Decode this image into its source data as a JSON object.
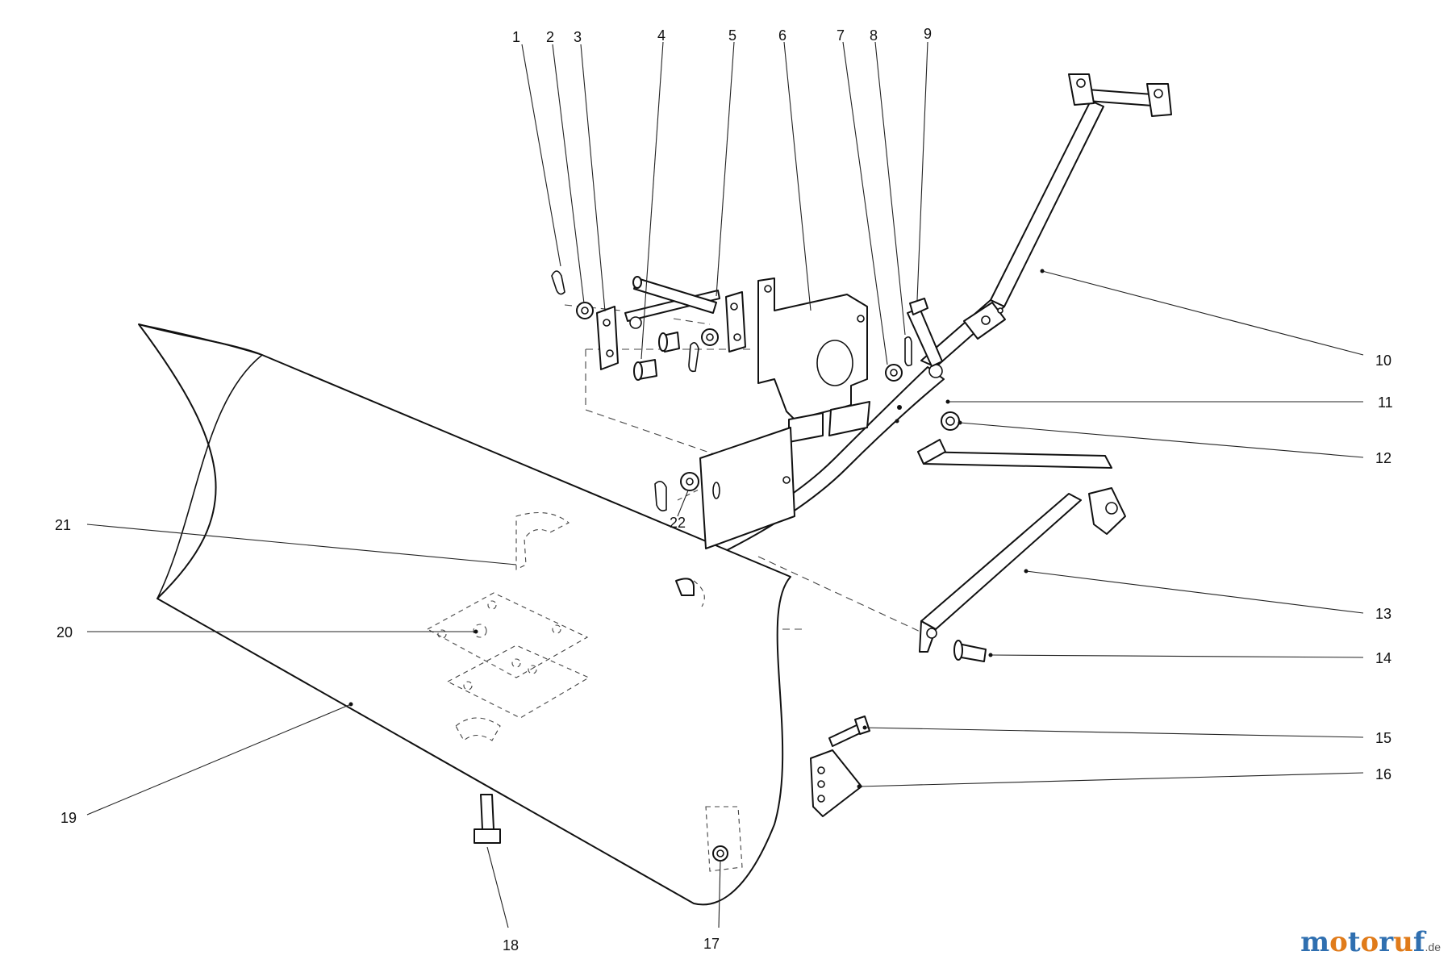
{
  "callouts": [
    {
      "n": "1"
    },
    {
      "n": "2"
    },
    {
      "n": "3"
    },
    {
      "n": "4"
    },
    {
      "n": "5"
    },
    {
      "n": "6"
    },
    {
      "n": "7"
    },
    {
      "n": "8"
    },
    {
      "n": "9"
    },
    {
      "n": "10"
    },
    {
      "n": "11"
    },
    {
      "n": "12"
    },
    {
      "n": "13"
    },
    {
      "n": "14"
    },
    {
      "n": "15"
    },
    {
      "n": "16"
    },
    {
      "n": "17"
    },
    {
      "n": "18"
    },
    {
      "n": "19"
    },
    {
      "n": "20"
    },
    {
      "n": "21"
    },
    {
      "n": "22"
    }
  ],
  "watermark": {
    "parts": [
      {
        "text": "m",
        "color": "#2f6fb0"
      },
      {
        "text": "o",
        "color": "#e07b1a"
      },
      {
        "text": "t",
        "color": "#2f6fb0"
      },
      {
        "text": "o",
        "color": "#e07b1a"
      },
      {
        "text": "r",
        "color": "#2f6fb0"
      },
      {
        "text": "u",
        "color": "#e07b1a"
      },
      {
        "text": "f",
        "color": "#2f6fb0"
      }
    ],
    "tld": ".de"
  }
}
